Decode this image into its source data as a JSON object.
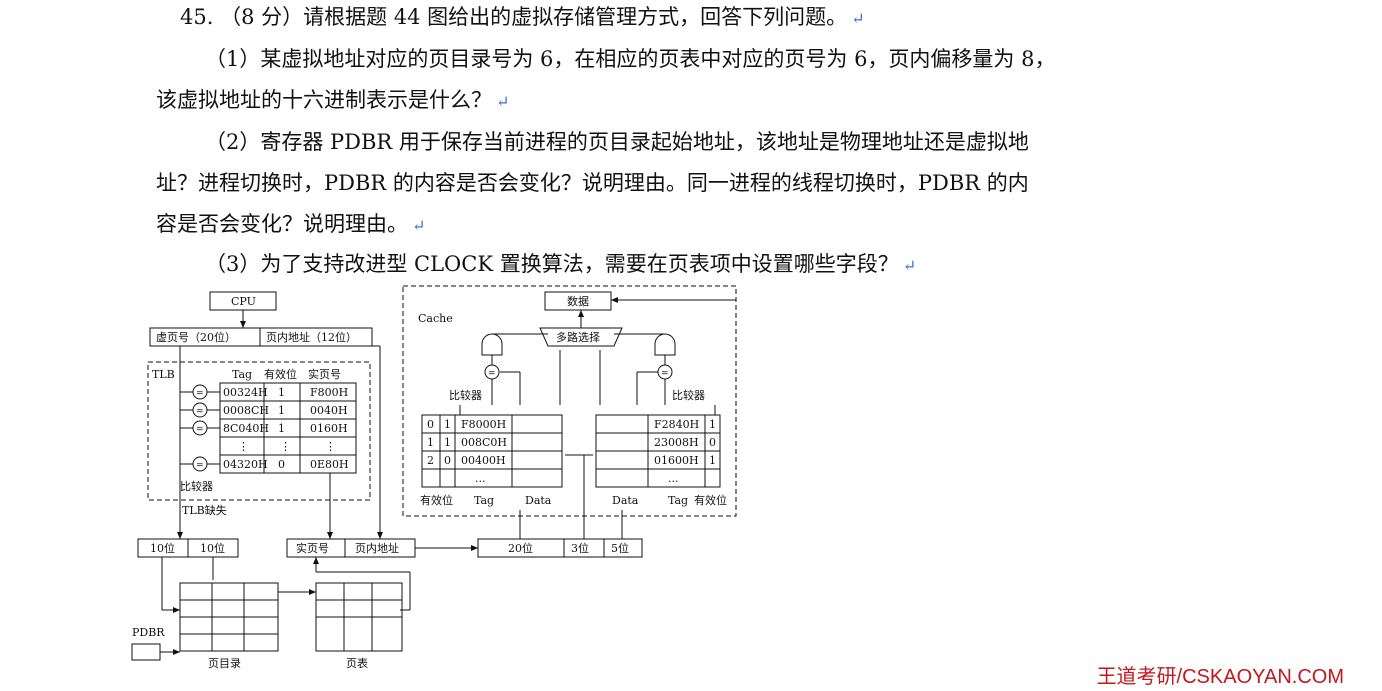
{
  "question": {
    "line1": "45. （8 分）请根据题 44 图给出的虚拟存储管理方式，回答下列问题。",
    "line2": "（1）某虚拟地址对应的页目录号为 6，在相应的页表中对应的页号为 6，页内偏移量为 8，",
    "line3": "该虚拟地址的十六进制表示是什么？",
    "line4": "（2）寄存器 PDBR 用于保存当前进程的页目录起始地址，该地址是物理地址还是虚拟地",
    "line5": "址？进程切换时，PDBR 的内容是否会变化？说明理由。同一进程的线程切换时，PDBR 的内",
    "line6": "容是否会变化？说明理由。",
    "line7": "（3）为了支持改进型 CLOCK 置换算法，需要在页表项中设置哪些字段？",
    "return_mark": "↵"
  },
  "diagram": {
    "cpu": "CPU",
    "virtual_page": "虚页号（20位）",
    "page_offset": "页内地址（12位）",
    "tlb_label": "TLB",
    "tlb_headers": [
      "Tag",
      "有效位",
      "实页号"
    ],
    "tlb_rows": [
      [
        "00324H",
        "1",
        "F800H"
      ],
      [
        "0008CH",
        "1",
        "0040H"
      ],
      [
        "8C040H",
        "1",
        "0160H"
      ],
      [
        "⋮",
        "⋮",
        "⋮"
      ],
      [
        "04320H",
        "0",
        "0E80H"
      ]
    ],
    "comparator": "比较器",
    "eq": "=",
    "tlb_miss": "TLB缺失",
    "split_10a": "10位",
    "split_10b": "10位",
    "real_page": "实页号",
    "real_offset": "页内地址",
    "addr_20": "20位",
    "addr_3": "3位",
    "addr_5": "5位",
    "pdbr": "PDBR",
    "page_dir": "页目录",
    "page_table": "页表",
    "cache_label": "Cache",
    "data_box": "数据",
    "mux": "多路选择",
    "cache_left_rows": [
      [
        "0",
        "1",
        "F8000H"
      ],
      [
        "1",
        "1",
        "008C0H"
      ],
      [
        "2",
        "0",
        "00400H"
      ],
      [
        "",
        "",
        "..."
      ]
    ],
    "cache_right_rows": [
      [
        "F2840H",
        "1"
      ],
      [
        "23008H",
        "0"
      ],
      [
        "01600H",
        "1"
      ],
      [
        "...",
        ""
      ]
    ],
    "col_valid": "有效位",
    "col_tag": "Tag",
    "col_data": "Data"
  },
  "footer": "王道考研/CSKAOYAN.COM"
}
